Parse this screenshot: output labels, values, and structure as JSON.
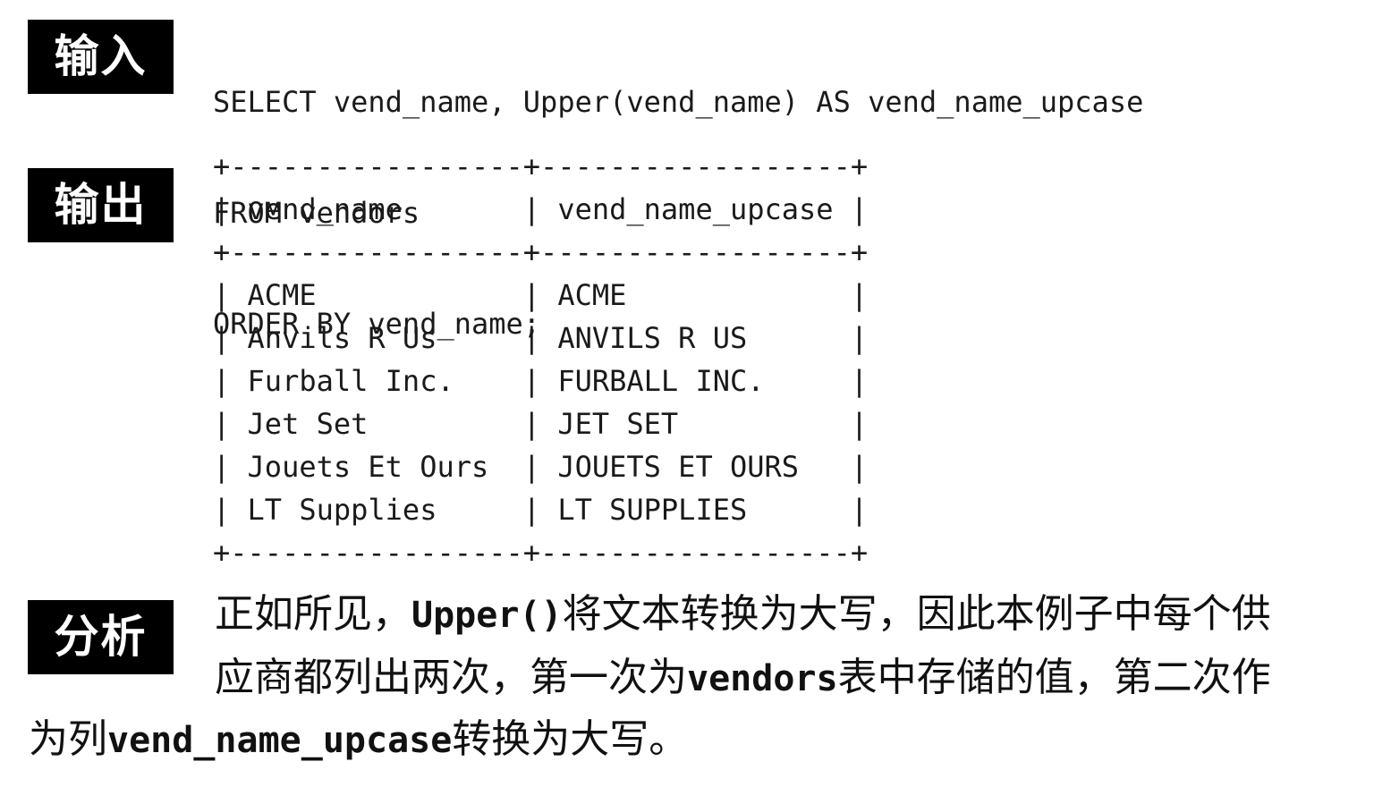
{
  "labels": {
    "input": "输入",
    "output": "输出",
    "analysis": "分析"
  },
  "sql": {
    "lines": [
      "SELECT vend_name, Upper(vend_name) AS vend_name_upcase",
      "FROM vendors",
      "ORDER BY vend_name;"
    ]
  },
  "result_table": {
    "border": "+-----------------+------------------+",
    "columns": [
      "vend_name",
      "vend_name_upcase"
    ],
    "rows": [
      [
        "ACME",
        "ACME"
      ],
      [
        "Anvils R Us",
        "ANVILS R US"
      ],
      [
        "Furball Inc.",
        "FURBALL INC."
      ],
      [
        "Jet Set",
        "JET SET"
      ],
      [
        "Jouets Et Ours",
        "JOUETS ET OURS"
      ],
      [
        "LT Supplies",
        "LT SUPPLIES"
      ]
    ]
  },
  "analysis": {
    "line1_pre": "正如所见，",
    "line1_code": "Upper()",
    "line1_post": "将文本转换为大写，因此本例子中每个供",
    "line2_pre": "应商都列出两次，第一次为",
    "line2_code": "vendors",
    "line2_post": "表中存储的值，第二次作",
    "line3_pre": "为列",
    "line3_code": "vend_name_upcase",
    "line3_post": "转换为大写。"
  }
}
